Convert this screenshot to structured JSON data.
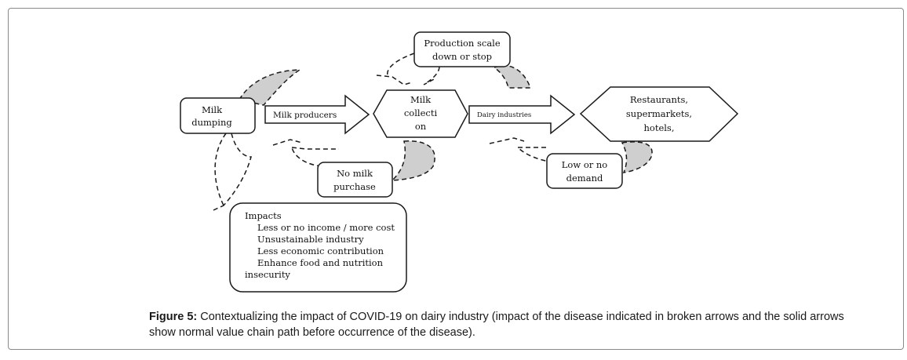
{
  "nodes": {
    "milk_dumping": [
      "Milk",
      "dumping"
    ],
    "milk_collection": [
      "Milk",
      "collecti",
      "on"
    ],
    "restaurants": [
      "Restaurants,",
      "supermarkets,",
      "hotels,"
    ],
    "production_scale": [
      "Production scale",
      "down or stop"
    ],
    "no_milk_purchase": [
      "No milk",
      "purchase"
    ],
    "low_demand": [
      "Low or no",
      "demand"
    ]
  },
  "arrows": {
    "milk_producers": "Milk producers",
    "dairy_industries": "Dairy industries"
  },
  "impacts": {
    "title": "Impacts",
    "items": [
      "Less or no income / more cost",
      "Unsustainable industry",
      "Less economic contribution",
      "Enhance food and nutrition",
      "insecurity"
    ]
  },
  "caption": {
    "label": "Figure 5:",
    "text": " Contextualizing the impact of COVID-19 on dairy industry (impact of the disease indicated in broken arrows and the solid arrows show normal value chain path before occurrence of the disease)."
  },
  "colors": {
    "stroke": "#1a1a1a",
    "shade": "#cfcfcf",
    "frame": "#8a8a8a"
  }
}
